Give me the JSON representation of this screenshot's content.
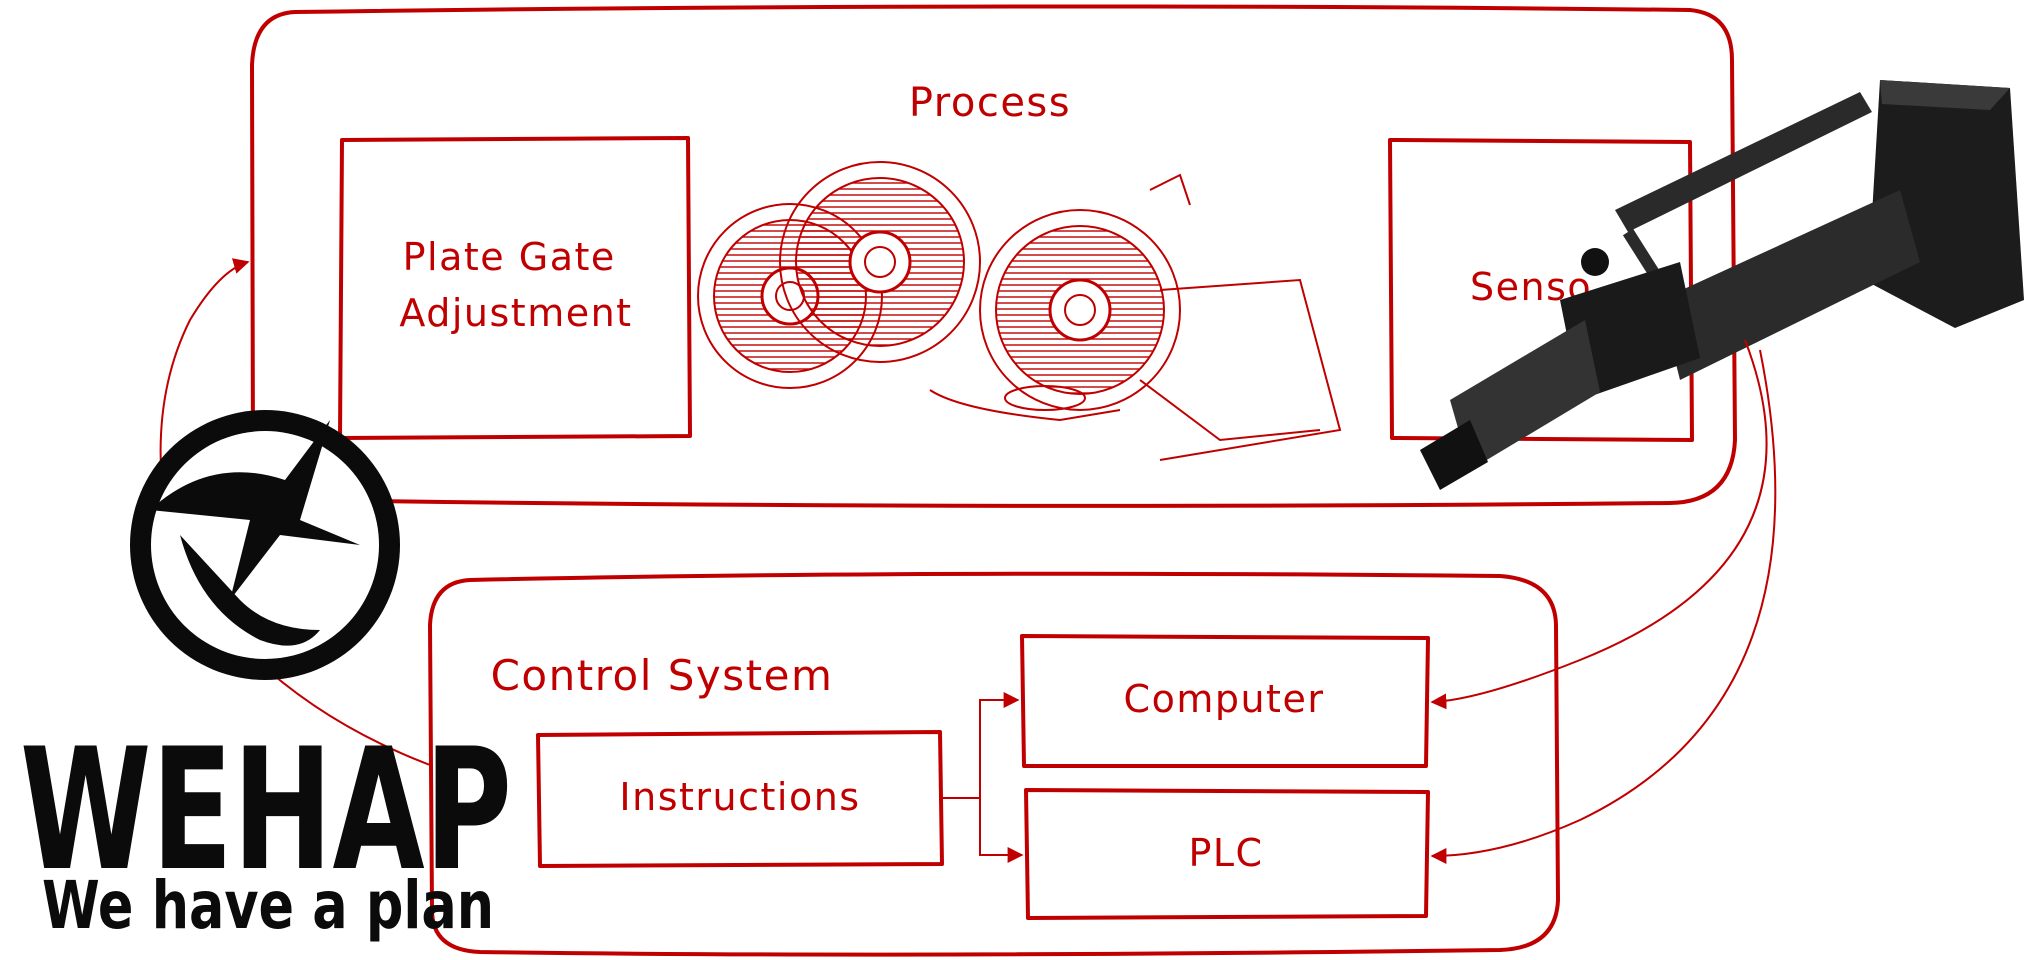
{
  "process": {
    "title": "Process",
    "plate_gate": [
      "Plate Gate",
      "Adjustment"
    ],
    "sensor": "Senso"
  },
  "control": {
    "title": "Control System",
    "instructions": "Instructions",
    "computer": "Computer",
    "plc": "PLC"
  },
  "logo": {
    "name": "WEHAP",
    "tagline": "We have a plan"
  },
  "colors": {
    "accent": "#c00000",
    "logo": "#0b0b0b"
  },
  "icons": [
    "compass-icon",
    "rollers-illustration",
    "sensor-probe-illustration"
  ]
}
